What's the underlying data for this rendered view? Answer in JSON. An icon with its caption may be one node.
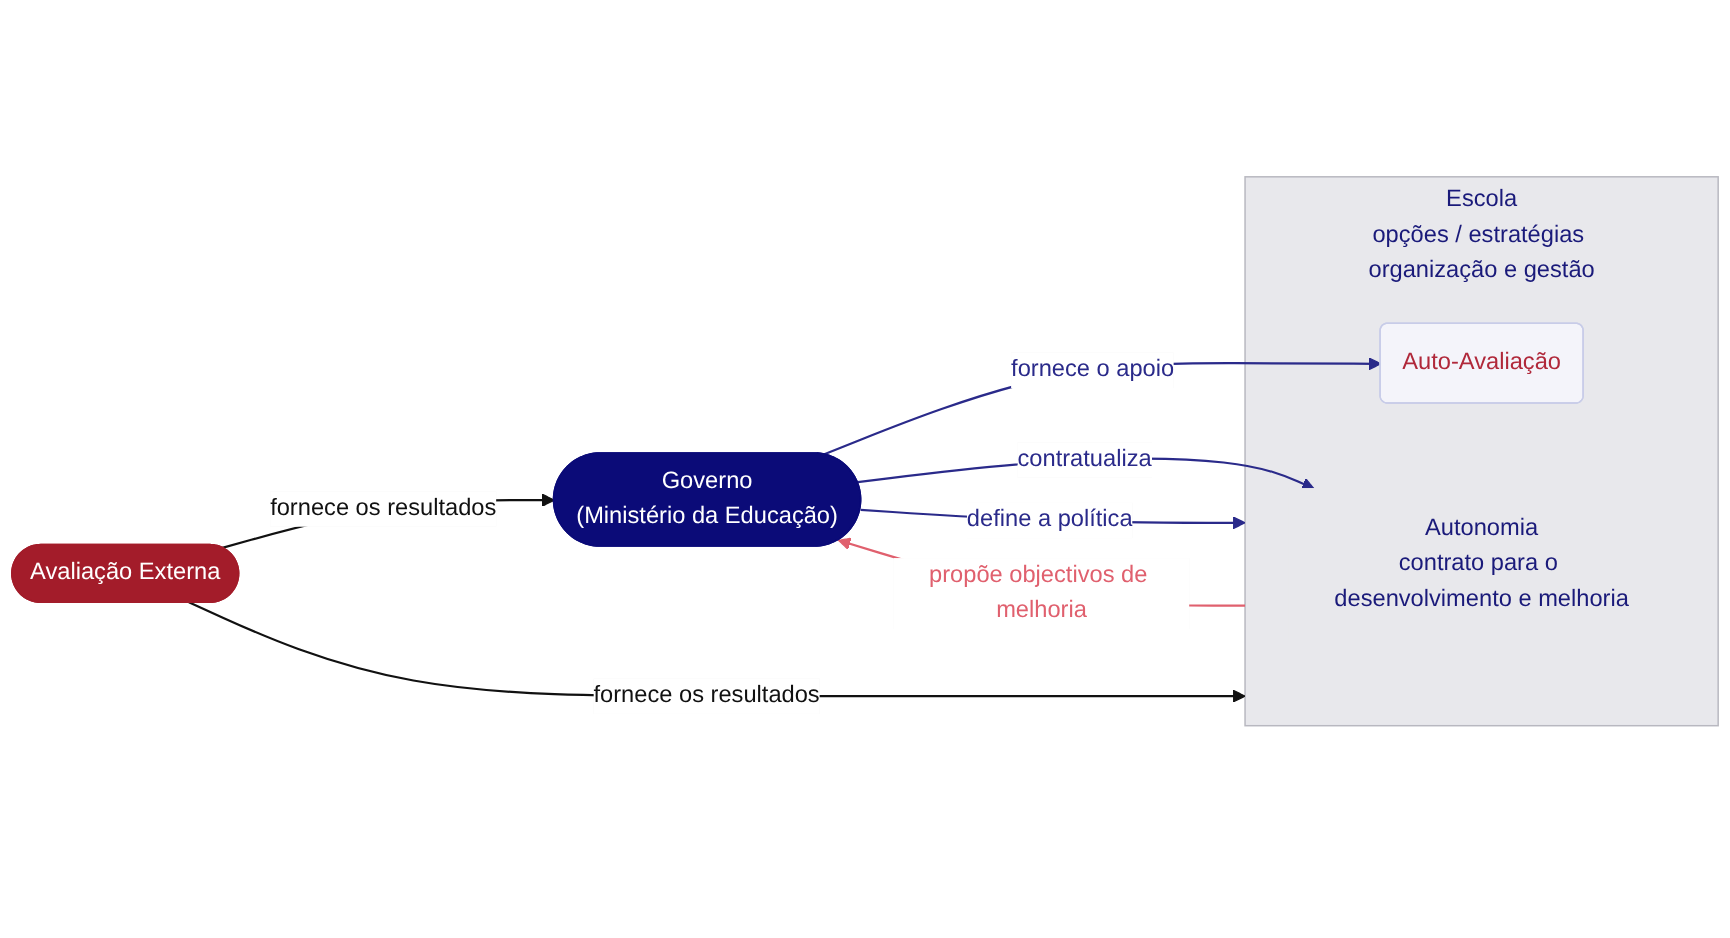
{
  "diagram": {
    "nodes": [
      {
        "text": [
          "Governo",
          "(Ministério da Educação)"
        ]
      },
      {
        "text": [
          "Avaliação Externa"
        ]
      },
      {
        "text": [
          "Escola",
          "opções / estratégias organização e gestão"
        ]
      },
      {
        "text": [
          "Auto-Avaliação"
        ],
        "in": 2
      },
      {
        "text": [
          "Autonomia",
          "contrato para o desenvolvimento e melhoria"
        ],
        "in": 2
      }
    ],
    "edges": [
      {
        "from": 1,
        "to": 0,
        "arrow": "to",
        "label": "fornece os resultados",
        "color": "#111111"
      },
      {
        "from": 0,
        "to": 2,
        "arrow": "to",
        "label": "define a política"
      },
      {
        "from": 1,
        "to": 2,
        "arrow": "to",
        "label": "fornece os resultados",
        "color": "#111111"
      },
      {
        "from": 0,
        "to": 3,
        "arrow": "to",
        "label": "fornece o apoio"
      },
      {
        "from": 2,
        "to": 0,
        "arrow": "to",
        "label": "propõe objectivos de melhoria",
        "color": "#e0606e"
      },
      {
        "from": 0,
        "to": 4,
        "arrow": "to",
        "label": "contratualiza"
      }
    ]
  }
}
